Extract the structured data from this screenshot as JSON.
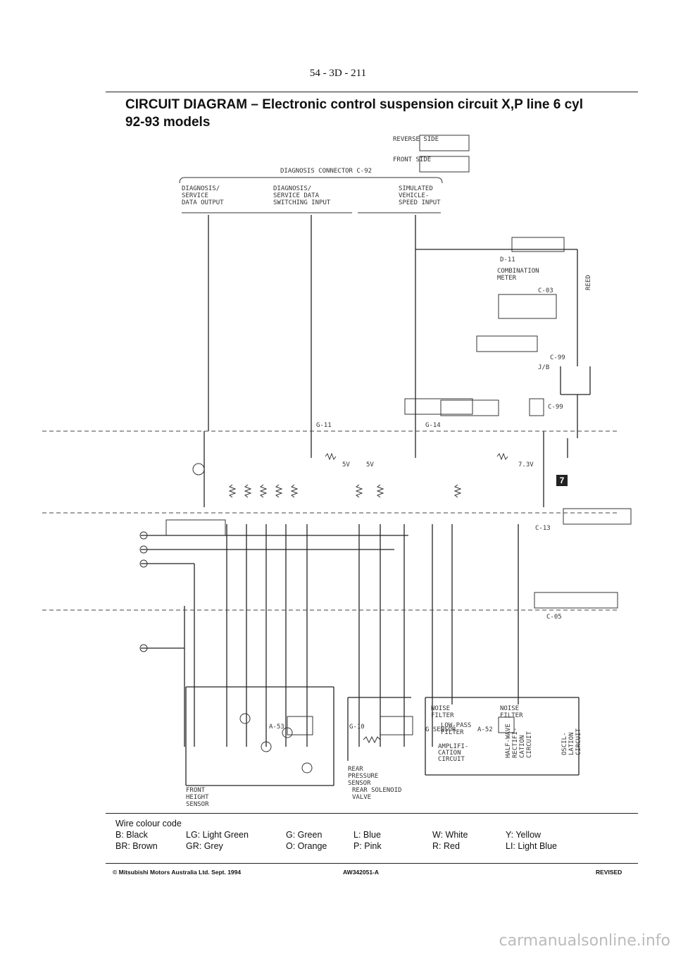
{
  "page_number": "54 - 3D - 211",
  "title": "CIRCUIT DIAGRAM – Electronic control suspension circuit X,P line 6 cyl",
  "subtitle": "92-93 models",
  "connectors": {
    "reverse_side": "REVERSE SIDE",
    "front_side": "FRONT SIDE",
    "diag_connector": "DIAGNOSIS CONNECTOR C-92",
    "c_14": "G-14",
    "g_11": "G-11",
    "c_99": "C-99",
    "c_13": "C-13",
    "c_05": "C-05",
    "d_11": "D-11",
    "c_03": "C-03",
    "a_53": "A-53",
    "g_10": "G-10",
    "a_52": "A-52"
  },
  "labels": {
    "diag_out": [
      "DIAGNOSIS/",
      "SERVICE",
      "DATA OUTPUT"
    ],
    "diag_switch": [
      "DIAGNOSIS/",
      "SERVICE DATA",
      "SWITCHING INPUT"
    ],
    "sim_speed": [
      "SIMULATED",
      "VEHICLE-",
      "SPEED INPUT"
    ],
    "combination_meter": [
      "COMBINATION",
      "METER"
    ],
    "noise_filter": [
      "NOISE",
      "FILTER"
    ],
    "low_pass": [
      "LOW-PASS",
      "FILTER"
    ],
    "amplification": [
      "AMPLIFI-",
      "CATION",
      "CIRCUIT"
    ],
    "half_wave": [
      "HALF-WAVE",
      "RECTIFI-",
      "CATION",
      "CIRCUIT"
    ],
    "oscillation": [
      "OSCIL-",
      "LATION",
      "CIRCUIT"
    ],
    "rear_pressure": [
      "REAR",
      "PRESSURE",
      "SENSOR"
    ],
    "rear_solenoid": [
      "REAR SOLENOID",
      "VALVE"
    ],
    "front_height": [
      "FRONT",
      "HEIGHT",
      "SENSOR"
    ],
    "g_sensor": "G SENSOR",
    "j_b": "J/B",
    "reed": "REED",
    "v5": "5V",
    "v73": "7.3V"
  },
  "badge": "7",
  "legend": {
    "heading": "Wire colour code",
    "rows": [
      [
        "B: Black",
        "LG: Light Green",
        "G: Green",
        "L: Blue",
        "W: White",
        "Y: Yellow"
      ],
      [
        "BR: Brown",
        "GR: Grey",
        "O: Orange",
        "P: Pink",
        "R: Red",
        "LI: Light Blue"
      ]
    ]
  },
  "footer": {
    "copyright": "© Mitsubishi Motors Australia Ltd. Sept. 1994",
    "code": "AW342051-A",
    "status": "REVISED"
  },
  "watermark": "carmanualsonline.info"
}
